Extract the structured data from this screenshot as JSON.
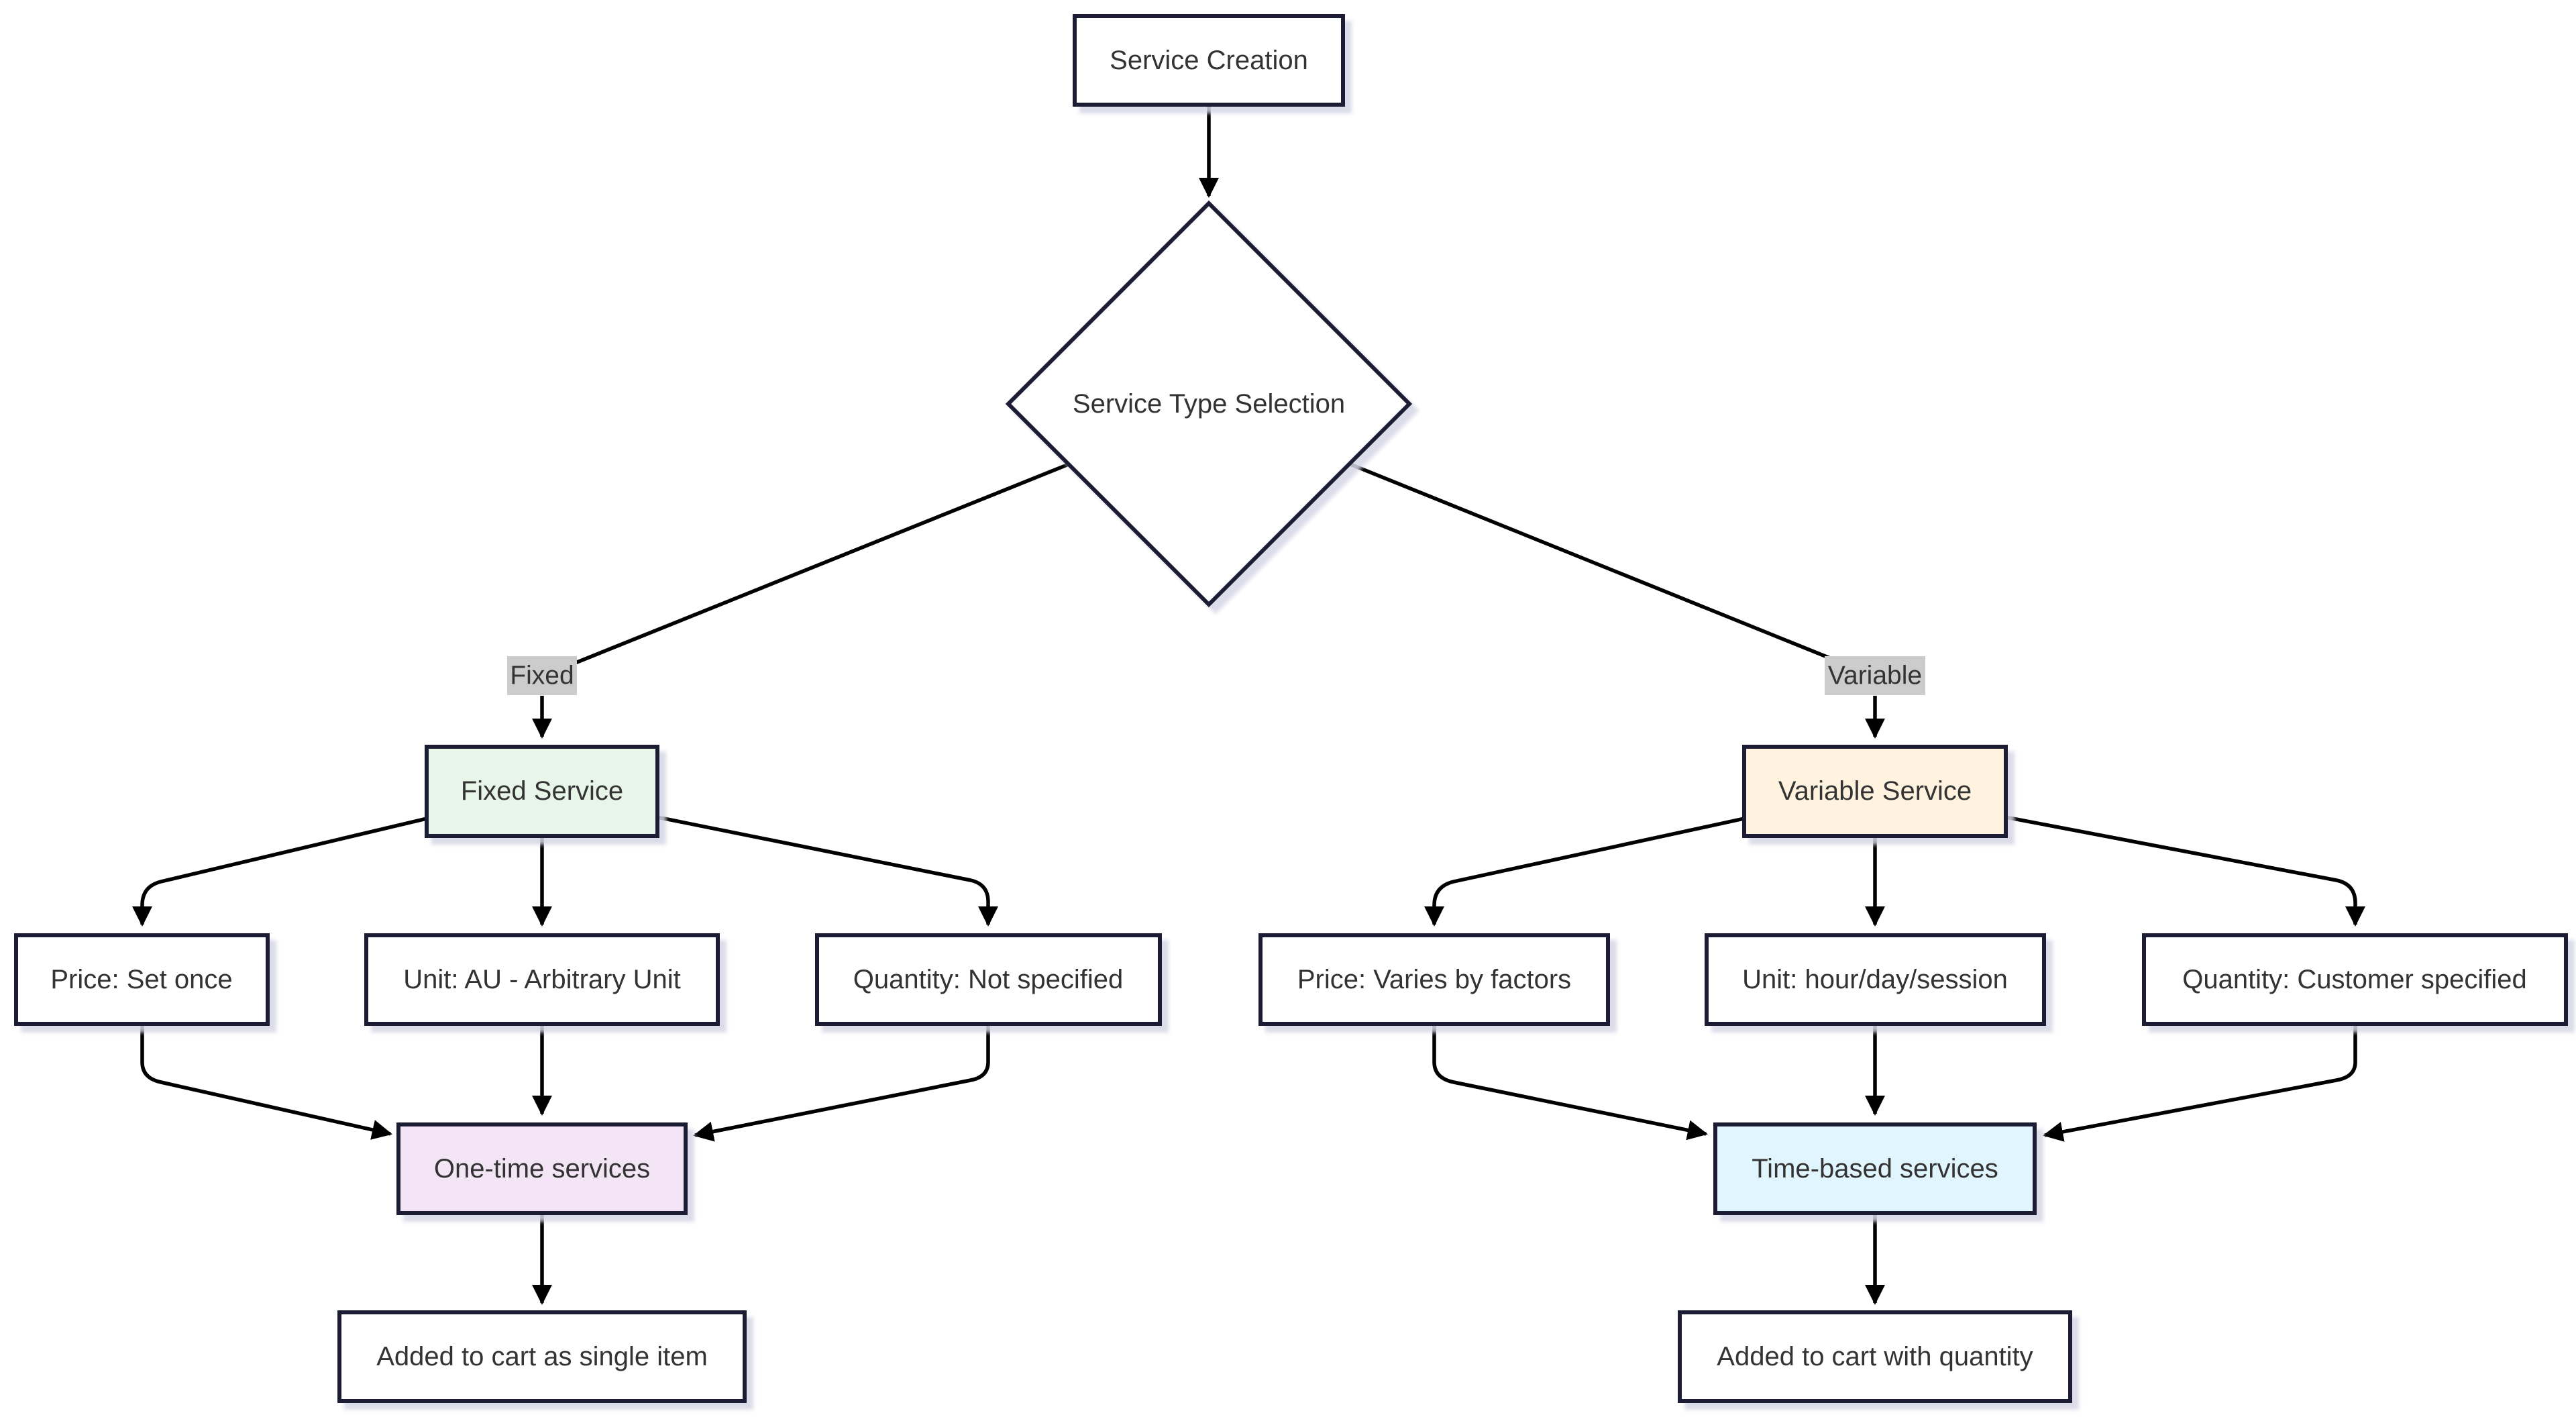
{
  "diagram": {
    "type": "flowchart",
    "colors": {
      "node_border": "#1f1f35",
      "edge": "#000000",
      "edge_label_background": "#cccccc",
      "default_fill": "#ffffff",
      "fixed_service_fill": "#e8f5e9",
      "variable_service_fill": "#fff3e0",
      "one_time_fill": "#f3e5f5",
      "time_based_fill": "#e1f5fe"
    },
    "nodes": {
      "service_creation": {
        "label": "Service Creation",
        "shape": "rectangle"
      },
      "service_type_selection": {
        "label": "Service Type Selection",
        "shape": "diamond"
      },
      "fixed_service": {
        "label": "Fixed Service",
        "shape": "rectangle"
      },
      "variable_service": {
        "label": "Variable Service",
        "shape": "rectangle"
      },
      "price_set_once": {
        "label": "Price: Set once",
        "shape": "rectangle"
      },
      "unit_au": {
        "label": "Unit: AU - Arbitrary Unit",
        "shape": "rectangle"
      },
      "quantity_not_specified": {
        "label": "Quantity: Not specified",
        "shape": "rectangle"
      },
      "price_varies": {
        "label": "Price: Varies by factors",
        "shape": "rectangle"
      },
      "unit_hour_day_session": {
        "label": "Unit: hour/day/session",
        "shape": "rectangle"
      },
      "quantity_customer_specified": {
        "label": "Quantity: Customer specified",
        "shape": "rectangle"
      },
      "one_time_services": {
        "label": "One-time services",
        "shape": "rectangle"
      },
      "time_based_services": {
        "label": "Time-based services",
        "shape": "rectangle"
      },
      "added_single_item": {
        "label": "Added to cart as single item",
        "shape": "rectangle"
      },
      "added_with_quantity": {
        "label": "Added to cart with quantity",
        "shape": "rectangle"
      }
    },
    "edge_labels": {
      "fixed": "Fixed",
      "variable": "Variable"
    },
    "edges": [
      {
        "from": "service_creation",
        "to": "service_type_selection"
      },
      {
        "from": "service_type_selection",
        "to": "fixed_service",
        "label": "Fixed"
      },
      {
        "from": "service_type_selection",
        "to": "variable_service",
        "label": "Variable"
      },
      {
        "from": "fixed_service",
        "to": "price_set_once"
      },
      {
        "from": "fixed_service",
        "to": "unit_au"
      },
      {
        "from": "fixed_service",
        "to": "quantity_not_specified"
      },
      {
        "from": "variable_service",
        "to": "price_varies"
      },
      {
        "from": "variable_service",
        "to": "unit_hour_day_session"
      },
      {
        "from": "variable_service",
        "to": "quantity_customer_specified"
      },
      {
        "from": "price_set_once",
        "to": "one_time_services"
      },
      {
        "from": "unit_au",
        "to": "one_time_services"
      },
      {
        "from": "quantity_not_specified",
        "to": "one_time_services"
      },
      {
        "from": "price_varies",
        "to": "time_based_services"
      },
      {
        "from": "unit_hour_day_session",
        "to": "time_based_services"
      },
      {
        "from": "quantity_customer_specified",
        "to": "time_based_services"
      },
      {
        "from": "one_time_services",
        "to": "added_single_item"
      },
      {
        "from": "time_based_services",
        "to": "added_with_quantity"
      }
    ]
  }
}
